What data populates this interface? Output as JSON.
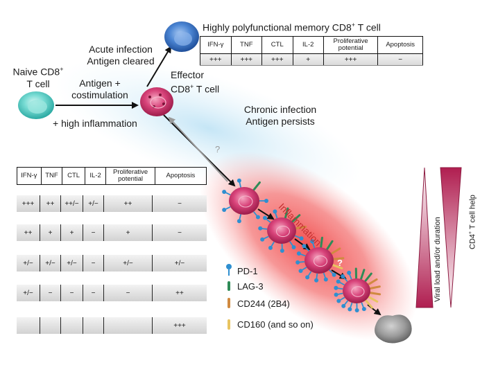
{
  "colors": {
    "naive_cell": "#5fd0c9",
    "memory_cell": "#3c78c9",
    "effector_cell": "#d93a6a",
    "exhausted_cell": "#9a9a9a",
    "pd1": "#2f8fd0",
    "lag3": "#2e8b57",
    "cd244": "#d08a40",
    "cd160": "#e8c460",
    "inflammation": "#f05b5b"
  },
  "labels": {
    "naive_line1": "Naive CD8",
    "naive_sup": "+",
    "naive_line2": "T cell",
    "stim_line1": "Antigen +",
    "stim_line2": "costimulation",
    "high_inflammation": "+ high inflammation",
    "acute_line1": "Acute infection",
    "acute_line2": "Antigen cleared",
    "memory_title": "Highly polyfunctional memory CD8",
    "memory_title_sup": "+",
    "memory_title_end": " T cell",
    "effector_line1": "Effector",
    "effector_line2": "CD8",
    "effector_sup": "+",
    "effector_end": " T cell",
    "chronic_line1": "Chronic infection",
    "chronic_line2": "Antigen persists",
    "question1": "?",
    "question2": "?",
    "inflammation": "Inflammation",
    "viral_load": "Viral load and/or duration",
    "cd4_help": "CD4",
    "cd4_sup": "+",
    "cd4_end": " T cell help"
  },
  "memory_table": {
    "headers": [
      "IFN-γ",
      "TNF",
      "CTL",
      "IL-2",
      "Proliferative potential",
      "Apoptosis"
    ],
    "values": [
      "+++",
      "+++",
      "+++",
      "+",
      "+++",
      "−"
    ]
  },
  "exhaustion_table": {
    "headers": [
      "IFN-γ",
      "TNF",
      "CTL",
      "IL-2",
      "Proliferative potential",
      "Apoptosis"
    ],
    "rows": [
      [
        "+++",
        "++",
        "++/−",
        "+/−",
        "++",
        "−"
      ],
      [
        "++",
        "+",
        "+",
        "−",
        "+",
        "−"
      ],
      [
        "+/−",
        "+/−",
        "+/−",
        "−",
        "+/−",
        "+/−"
      ],
      [
        "+/−",
        "−",
        "−",
        "−",
        "−",
        "++"
      ],
      [
        "",
        "",
        "",
        "",
        "",
        "+++"
      ]
    ]
  },
  "legend": [
    {
      "label": "PD-1",
      "icon": "pd1-receptor-icon"
    },
    {
      "label": "LAG-3",
      "icon": "lag3-receptor-icon"
    },
    {
      "label": "CD244 (2B4)",
      "icon": "cd244-receptor-icon"
    },
    {
      "label": "CD160 (and so on)",
      "icon": "cd160-receptor-icon"
    }
  ]
}
